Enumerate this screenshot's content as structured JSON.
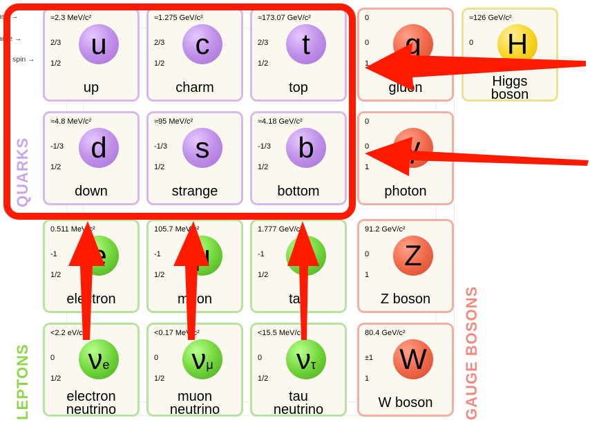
{
  "row_labels": {
    "mass": "mass →",
    "charge": "charge →",
    "spin": "spin →"
  },
  "group_labels": {
    "quarks": "QUARKS",
    "leptons": "LEPTONS",
    "gauge": "GAUGE BOSONS"
  },
  "particles": {
    "up": {
      "mass": "≈2.3 MeV/c²",
      "charge": "2/3",
      "spin": "1/2",
      "symbol": "u",
      "name": "up"
    },
    "charm": {
      "mass": "≈1.275 GeV/c²",
      "charge": "2/3",
      "spin": "1/2",
      "symbol": "c",
      "name": "charm"
    },
    "top": {
      "mass": "≈173.07 GeV/c²",
      "charge": "2/3",
      "spin": "1/2",
      "symbol": "t",
      "name": "top"
    },
    "gluon": {
      "mass": "0",
      "charge": "0",
      "spin": "1",
      "symbol": "g",
      "name": "gluon"
    },
    "higgs": {
      "mass": "≈126 GeV/c²",
      "charge": "0",
      "spin": "0",
      "symbol": "H",
      "name1": "Higgs",
      "name2": "boson"
    },
    "down": {
      "mass": "≈4.8 MeV/c²",
      "charge": "-1/3",
      "spin": "1/2",
      "symbol": "d",
      "name": "down"
    },
    "strange": {
      "mass": "≈95 MeV/c²",
      "charge": "-1/3",
      "spin": "1/2",
      "symbol": "s",
      "name": "strange"
    },
    "bottom": {
      "mass": "≈4.18 GeV/c²",
      "charge": "-1/3",
      "spin": "1/2",
      "symbol": "b",
      "name": "bottom"
    },
    "photon": {
      "mass": "0",
      "charge": "0",
      "spin": "1",
      "symbol": "γ",
      "name": "photon"
    },
    "electron": {
      "mass": "0.511 MeV/c²",
      "charge": "-1",
      "spin": "1/2",
      "symbol": "e",
      "name": "electron"
    },
    "muon": {
      "mass": "105.7 MeV/c²",
      "charge": "-1",
      "spin": "1/2",
      "symbol": "μ",
      "name": "muon"
    },
    "tau": {
      "mass": "1.777 GeV/c²",
      "charge": "-1",
      "spin": "1/2",
      "symbol": "τ",
      "name": "tau"
    },
    "zboson": {
      "mass": "91.2 GeV/c²",
      "charge": "0",
      "spin": "1",
      "symbol": "Z",
      "name": "Z boson"
    },
    "nue": {
      "mass": "<2.2 eV/c²",
      "charge": "0",
      "spin": "1/2",
      "symbol": "ν",
      "sub": "e",
      "name1": "electron",
      "name2": "neutrino"
    },
    "numu": {
      "mass": "<0.17 MeV/c²",
      "charge": "0",
      "spin": "1/2",
      "symbol": "ν",
      "sub": "μ",
      "name1": "muon",
      "name2": "neutrino"
    },
    "nutau": {
      "mass": "<15.5 MeV/c²",
      "charge": "0",
      "spin": "1/2",
      "symbol": "ν",
      "sub": "τ",
      "name1": "tau",
      "name2": "neutrino"
    },
    "wboson": {
      "mass": "80.4 GeV/c²",
      "charge": "±1",
      "spin": "1",
      "symbol": "W",
      "name": "W boson"
    }
  },
  "colors": {
    "highlight": "#ff1a00",
    "quark": "#c294ea",
    "lepton": "#73d63c",
    "gauge": "#f06a4c",
    "higgs": "#f7d220"
  }
}
